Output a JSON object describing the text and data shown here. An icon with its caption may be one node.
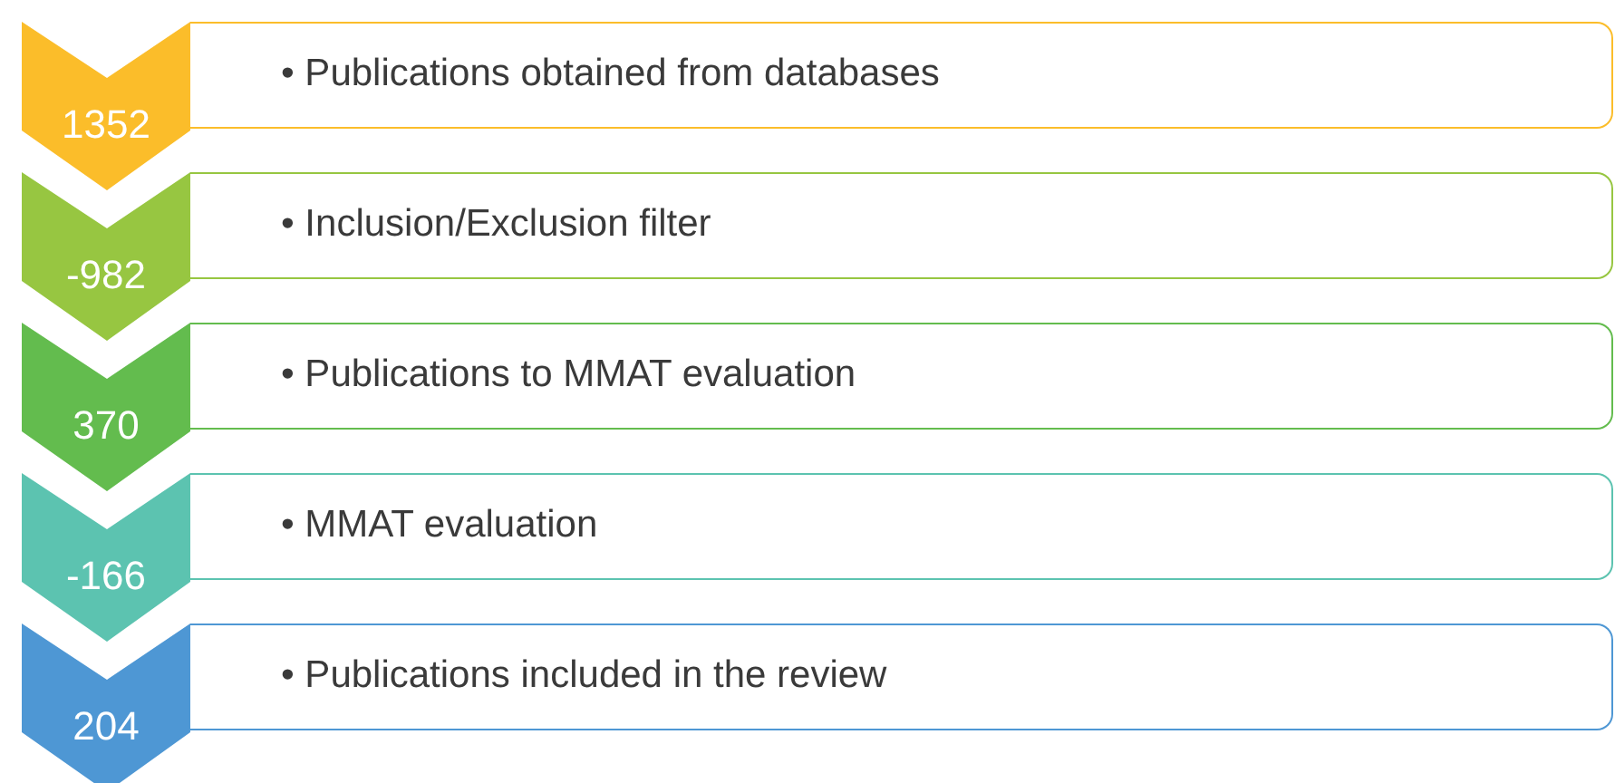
{
  "diagram": {
    "nodes": [
      {
        "text": [
          "1352"
        ]
      },
      {
        "text": [
          "• Publications obtained from databases"
        ]
      },
      {
        "text": [
          "-982"
        ]
      },
      {
        "text": [
          "• Inclusion/Exclusion filter"
        ]
      },
      {
        "text": [
          "370"
        ]
      },
      {
        "text": [
          "• Publications to MMAT evaluation"
        ]
      },
      {
        "text": [
          "-166"
        ]
      },
      {
        "text": [
          "• MMAT evaluation"
        ]
      },
      {
        "text": [
          "204"
        ]
      },
      {
        "text": [
          "• Publications included in the review"
        ]
      }
    ]
  }
}
